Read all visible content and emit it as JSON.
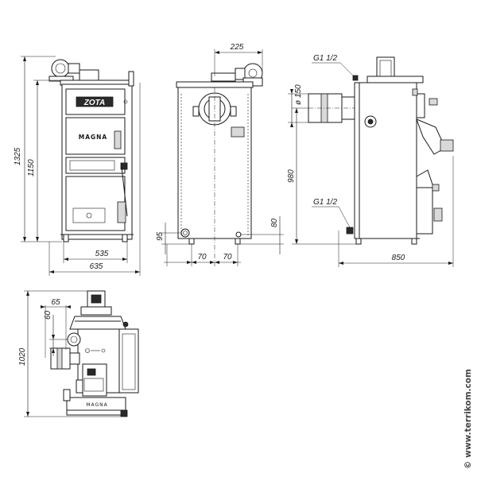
{
  "dimensions": {
    "front_total_height": "1325",
    "front_body_height": "1150",
    "front_base_width": "535",
    "front_overall_width": "635",
    "fan_width": "225",
    "back_flue_height": "95",
    "back_outlet_height": "80",
    "back_leg_left": "70",
    "back_leg_right": "70",
    "flue_diameter": "ø 150",
    "side_pipe_height": "980",
    "side_depth": "850",
    "top_offset_x": "65",
    "top_offset_y": "60",
    "top_depth": "1020"
  },
  "pipe_labels": {
    "supply": "G1 1/2",
    "return": "G1 1/2"
  },
  "brand_plates": {
    "logo": "ZOTA",
    "model": "MAGNA"
  },
  "watermark": "© www.terrikom.com"
}
